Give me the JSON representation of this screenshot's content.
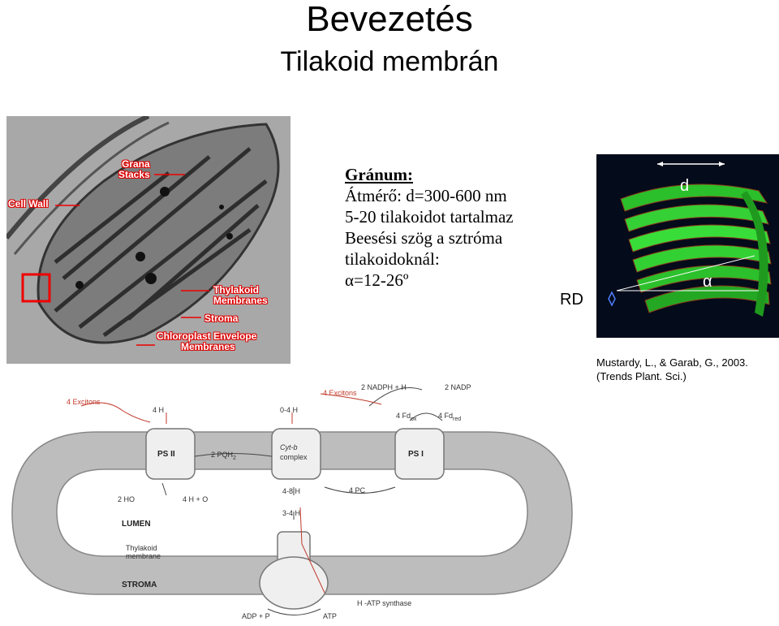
{
  "slide": {
    "title": "Bevezetés",
    "subtitle": "Tilakoid membrán"
  },
  "micrograph": {
    "labels": {
      "cell_wall": "Cell Wall",
      "grana_stacks_1": "Grana",
      "grana_stacks_2": "Stacks",
      "thylakoid_1": "Thylakoid",
      "thylakoid_2": "Membranes",
      "stroma": "Stroma",
      "envelope_1": "Chloroplast Envelope",
      "envelope_2": "Membranes"
    }
  },
  "granum": {
    "heading": "Gránum:",
    "line1": "Átmérő: d=300-600 nm",
    "line2": "5-20 tilakoidot tartalmaz",
    "line3": "Beesési szög a sztróma",
    "line4": "tilakoidoknál:",
    "line5": "α=12-26º"
  },
  "model": {
    "d_label": "d",
    "alpha_label": "α",
    "rd_label": "RD"
  },
  "reference": {
    "line1": "Mustardy, L., & Garab, G., 2003.",
    "line2": "(Trends Plant. Sci.)"
  },
  "scheme": {
    "excitons_left": "4 Excitons",
    "excitons_right": "4 Excitons",
    "h_ps2_in": "4 H",
    "h_cyt_in": "0-4 H",
    "nadph": "2 NADPH + H",
    "nadp": "2 NADP",
    "fd_ox": "4 Fd",
    "fd_ox_sub": "ox",
    "fd_red": "4 Fd",
    "fd_red_sub": "red",
    "ps2": "PS II",
    "pqh2": "2 PQH",
    "pqh2_sub": "2",
    "cyt_1": "Cyt-b",
    "cyt_2": "complex",
    "ps1": "PS I",
    "h2o": "2 H",
    "h2o_tail": "O",
    "h_o2": "4 H",
    "o2": "+ O",
    "h_48": "4-8 H",
    "pc": "4 PC",
    "lumen": "LUMEN",
    "h_34": "3-4 H",
    "thyl_1": "Thylakoid",
    "thyl_2": "membrane",
    "stroma": "STROMA",
    "adp": "ADP + P",
    "atp": "ATP",
    "atp_synthase": "H -ATP synthase"
  },
  "colors": {
    "label_red": "#dd0000",
    "granum_green": "#33dd33",
    "membrane_grey": "#bdbdbd"
  }
}
